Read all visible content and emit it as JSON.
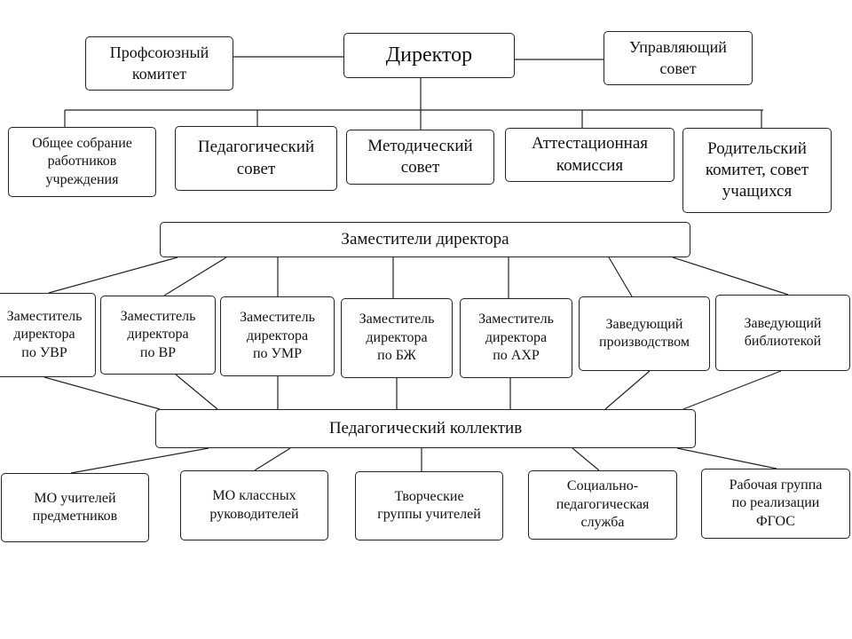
{
  "director": "Директор",
  "union_committee": "Профсоюзный\nкомитет",
  "governing_council": "Управляющий\nсовет",
  "councils": [
    "Общее собрание\nработников\nучреждения",
    "Педагогический\nсовет",
    "Методический\nсовет",
    "Аттестационная\nкомиссия",
    "Родительский\nкомитет, совет\nучащихся"
  ],
  "deputies_header": "Заместители директора",
  "deputies": [
    "Заместитель\nдиректора\nпо УВР",
    "Заместитель\nдиректора\nпо ВР",
    "Заместитель\nдиректора\nпо УМР",
    "Заместитель\nдиректора\nпо БЖ",
    "Заместитель\nдиректора\nпо АХР",
    "Заведующий\nпроизводством",
    "Заведующий\nбиблиотекой"
  ],
  "staff_header": "Педагогический коллектив",
  "groups": [
    "МО учителей\nпредметников",
    "МО классных\nруководителей",
    "Творческие\nгруппы учителей",
    "Социально-\nпедагогическая\nслужба",
    "Рабочая группа\nпо реализации\nФГОС"
  ]
}
